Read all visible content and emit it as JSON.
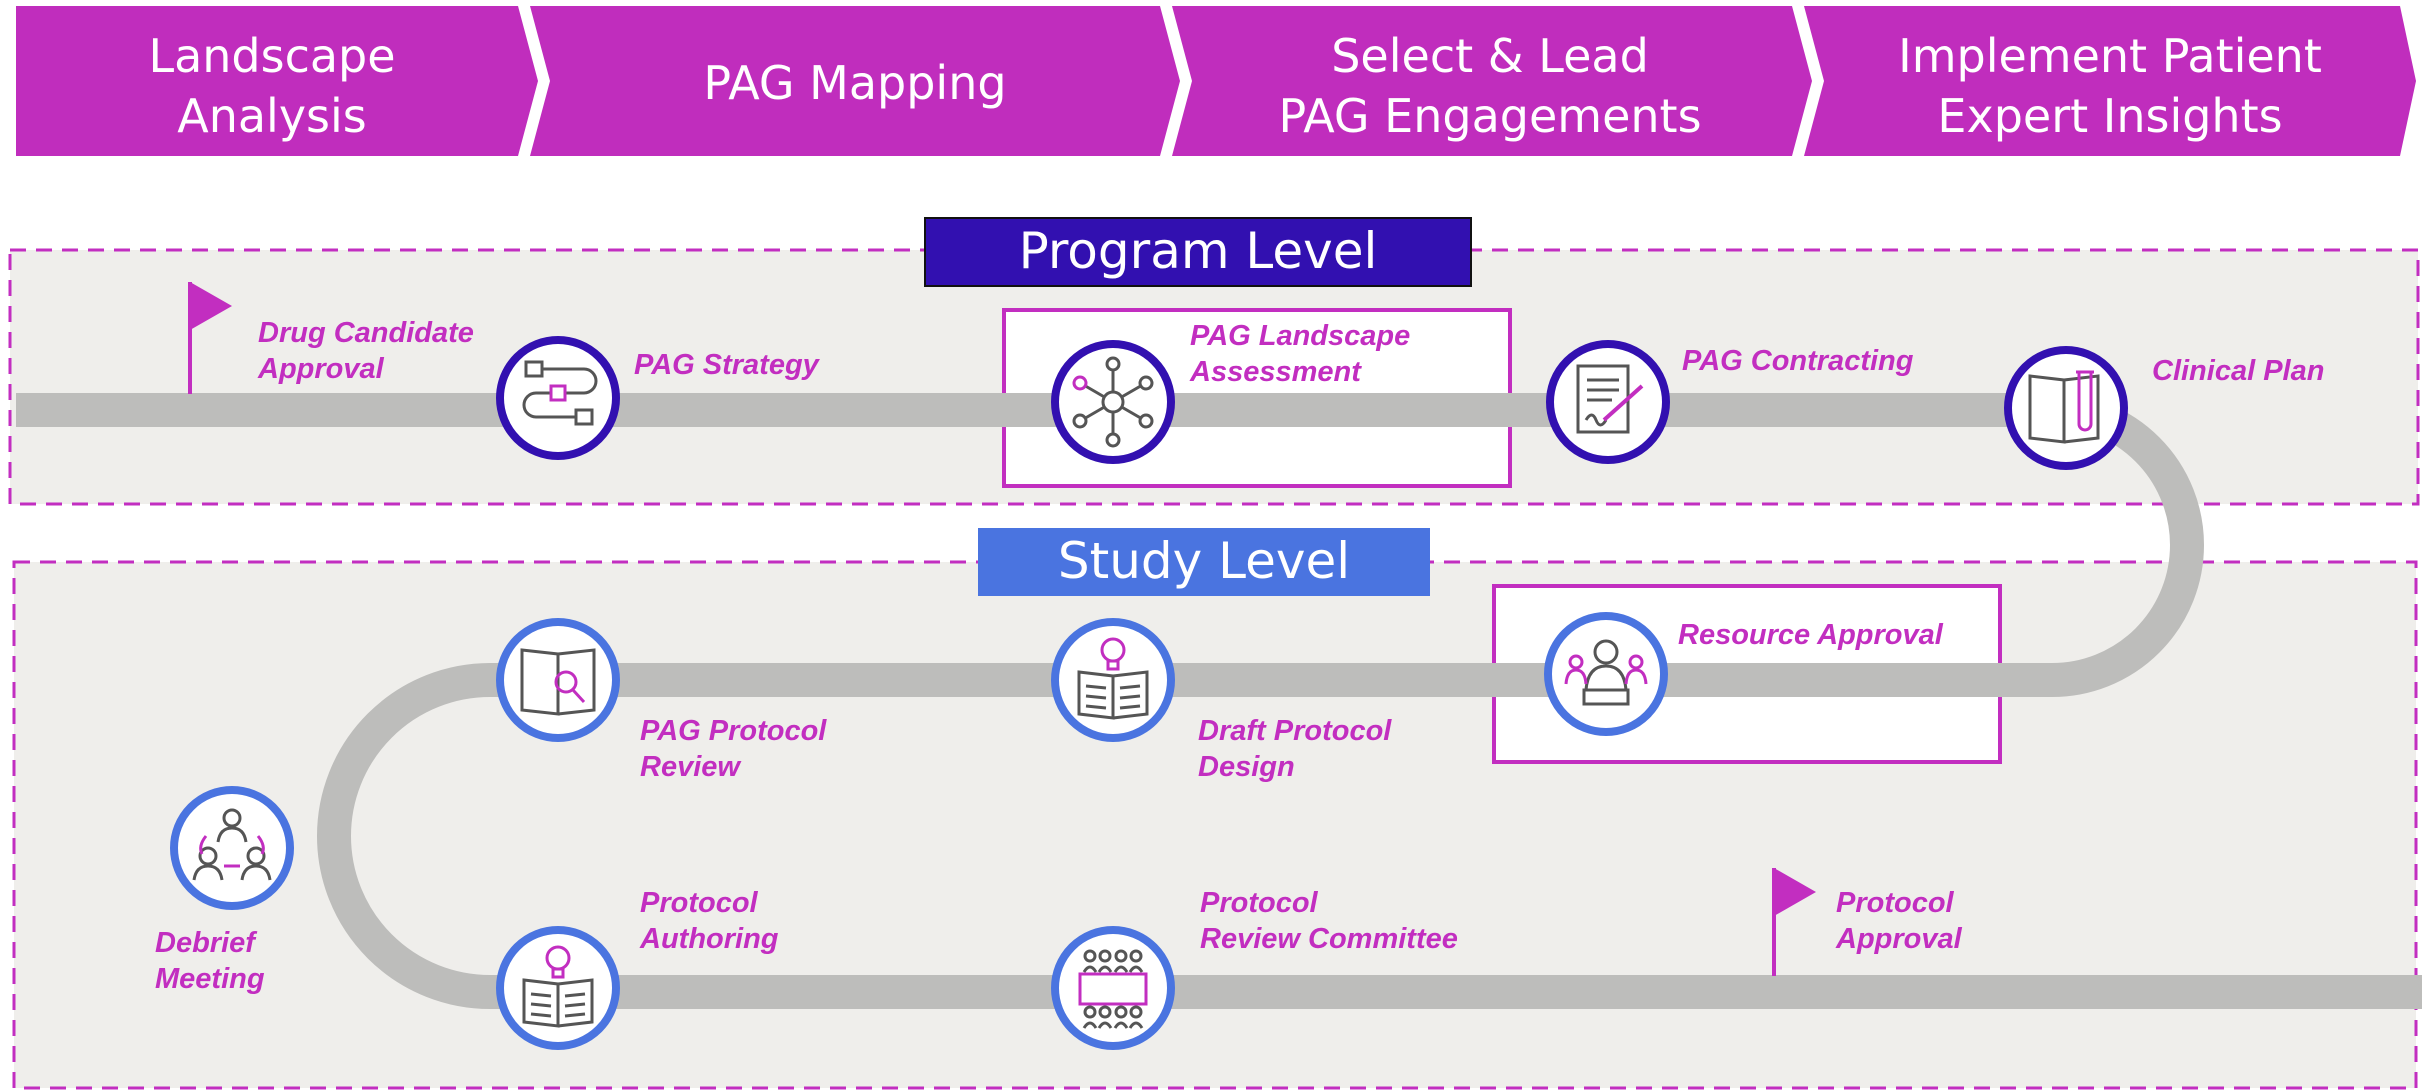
{
  "phases": [
    {
      "line1": "Landscape",
      "line2": "Analysis"
    },
    {
      "line1": "PAG Mapping",
      "line2": ""
    },
    {
      "line1": "Select & Lead",
      "line2": "PAG Engagements"
    },
    {
      "line1": "Implement Patient",
      "line2": "Expert Insights"
    }
  ],
  "program_level": {
    "title": "Program Level",
    "color": "#3210b0"
  },
  "study_level": {
    "title": "Study Level",
    "color": "#4a74e0"
  },
  "colors": {
    "magenta": "#c22ec0",
    "track": "#bdbdbb",
    "panel": "#efeeeb"
  },
  "milestones": [
    {
      "line1": "Drug Candidate",
      "line2": "Approval"
    },
    {
      "line1": "Protocol",
      "line2": "Approval"
    }
  ],
  "steps": [
    {
      "line1": "PAG Strategy",
      "line2": "",
      "icon": "flowchart-icon"
    },
    {
      "line1": "PAG Landscape",
      "line2": "Assessment",
      "icon": "network-hub-icon"
    },
    {
      "line1": "PAG Contracting",
      "line2": "",
      "icon": "contract-signature-icon"
    },
    {
      "line1": "Clinical Plan",
      "line2": "",
      "icon": "book-test-tube-icon"
    },
    {
      "line1": "Resource Approval",
      "line2": "",
      "icon": "people-presenter-icon"
    },
    {
      "line1": "Draft Protocol",
      "line2": "Design",
      "icon": "book-idea-icon"
    },
    {
      "line1": "PAG Protocol",
      "line2": "Review",
      "icon": "book-magnifier-icon"
    },
    {
      "line1": "Debrief",
      "line2": "Meeting",
      "icon": "group-discussion-icon"
    },
    {
      "line1": "Protocol",
      "line2": "Authoring",
      "icon": "book-idea-icon"
    },
    {
      "line1": "Protocol",
      "line2": "Review Committee",
      "icon": "committee-table-icon"
    }
  ]
}
